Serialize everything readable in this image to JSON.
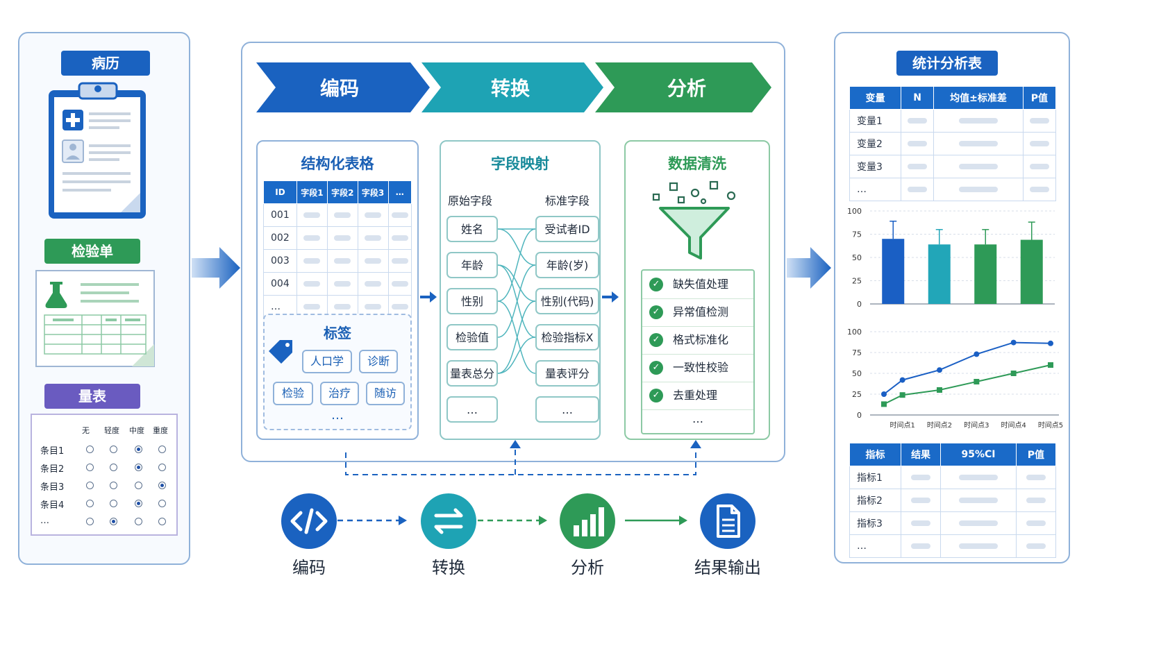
{
  "left": {
    "medical_record_label": "病历",
    "lab_sheet_label": "检验单",
    "scale_label": "量表",
    "scale": {
      "headers": [
        "无",
        "轻度",
        "中度",
        "重度"
      ],
      "rows": [
        {
          "label": "条目1",
          "selected": 2
        },
        {
          "label": "条目2",
          "selected": 2
        },
        {
          "label": "条目3",
          "selected": 3
        },
        {
          "label": "条目4",
          "selected": 2
        },
        {
          "label": "…",
          "selected": 1
        }
      ]
    }
  },
  "center": {
    "chevrons": [
      "编码",
      "转换",
      "分析"
    ],
    "structured": {
      "title": "结构化表格",
      "headers": [
        "ID",
        "字段1",
        "字段2",
        "字段3",
        "…"
      ],
      "rows": [
        "001",
        "002",
        "003",
        "004",
        "…"
      ]
    },
    "tags": {
      "title": "标签",
      "items": [
        "人口学",
        "诊断",
        "检验",
        "治疗",
        "随访"
      ],
      "more": "…"
    },
    "mapping": {
      "title": "字段映射",
      "left_header": "原始字段",
      "right_header": "标准字段",
      "left": [
        "姓名",
        "年龄",
        "性别",
        "检验值",
        "量表总分",
        "…"
      ],
      "right": [
        "受试者ID",
        "年龄(岁)",
        "性别(代码)",
        "检验指标X",
        "量表评分",
        "…"
      ]
    },
    "cleaning": {
      "title": "数据清洗",
      "items": [
        "缺失值处理",
        "异常值检测",
        "格式标准化",
        "一致性校验",
        "去重处理"
      ],
      "more": "…"
    },
    "steps": [
      "编码",
      "转换",
      "分析",
      "结果输出"
    ]
  },
  "right": {
    "title": "统计分析表",
    "table1": {
      "headers": [
        "变量",
        "N",
        "均值±标准差",
        "P值"
      ],
      "rows": [
        "变量1",
        "变量2",
        "变量3",
        "…"
      ]
    },
    "table2": {
      "headers": [
        "指标",
        "结果",
        "95%CI",
        "P值"
      ],
      "rows": [
        "指标1",
        "指标2",
        "指标3",
        "…"
      ]
    }
  },
  "chart_data": [
    {
      "type": "bar",
      "categories": [
        "",
        "",
        "",
        ""
      ],
      "values": [
        70,
        64,
        64,
        69
      ],
      "error": [
        19,
        16,
        16,
        19
      ],
      "colors": [
        "#1a5fc4",
        "#22a6b8",
        "#2e9a57",
        "#2e9a57"
      ],
      "yticks": [
        "0",
        "25",
        "50",
        "75",
        "100"
      ],
      "ylim": [
        0,
        100
      ]
    },
    {
      "type": "line",
      "categories": [
        "时间点1",
        "时间点2",
        "时间点3",
        "时间点4",
        "时间点5"
      ],
      "x": [
        0.5,
        1,
        2,
        3,
        4,
        5
      ],
      "series": [
        {
          "values": [
            25,
            42,
            54,
            73,
            87,
            86
          ],
          "color": "#1a5fc4"
        },
        {
          "values": [
            13,
            24,
            30,
            40,
            50,
            60
          ],
          "color": "#2e9a57"
        }
      ],
      "yticks": [
        "0",
        "25",
        "50",
        "75",
        "100"
      ],
      "ylim": [
        0,
        100
      ]
    }
  ]
}
